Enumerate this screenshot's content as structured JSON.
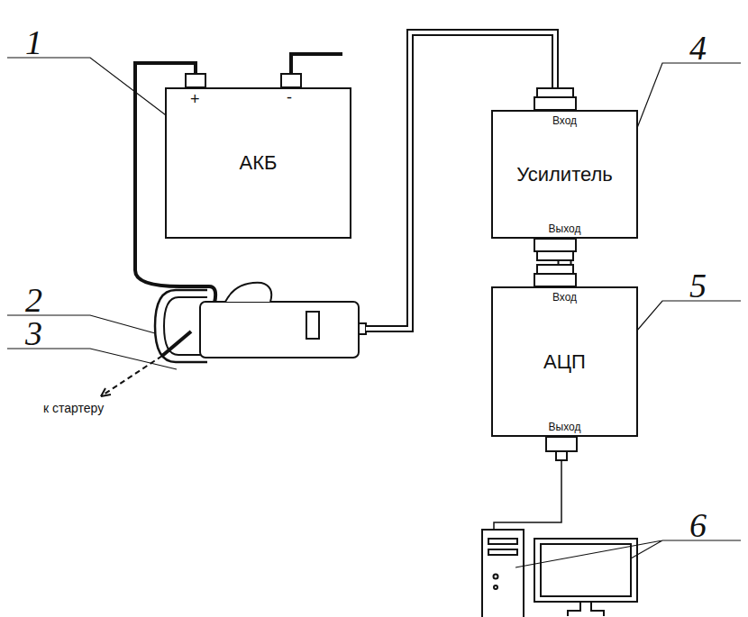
{
  "diagram": {
    "nodes": [
      {
        "text": [
          "АКБ"
        ]
      },
      {
        "text": [
          "Вход",
          "Усилитель",
          "Выход"
        ]
      },
      {
        "text": [
          "Вход",
          "АЦП",
          "Выход"
        ]
      }
    ],
    "edges": [
      {
        "from": 1,
        "to": 2,
        "arrow": "none"
      }
    ],
    "labels": [
      "1",
      "2",
      "3",
      "+",
      "-",
      "к стартеру",
      "4",
      "5",
      "6"
    ]
  }
}
